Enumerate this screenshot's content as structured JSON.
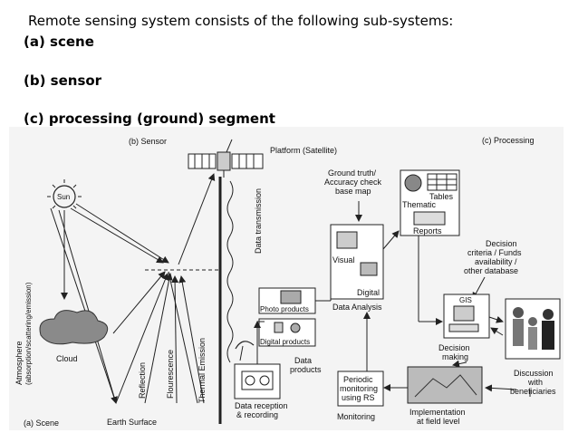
{
  "intro": "Remote sensing system consists of the following sub-systems:",
  "items": [
    "(a) scene",
    "(b) sensor",
    "(c) processing (ground) segment"
  ],
  "diagram": {
    "section_scene": "(a) Scene",
    "section_sensor": "(b) Sensor",
    "section_processing": "(c) Processing",
    "platform": "Platform (Satellite)",
    "sun": "Sun",
    "cloud": "Cloud",
    "earth_surface": "Earth Surface",
    "atmosphere_line1": "Atmosphere",
    "atmosphere_line2": "(absorption/scattering/emission)",
    "reflection": "Reflection",
    "fluorescence": "Flourescence",
    "thermal_emission": "Thermal Emission",
    "data_transmission": "Data transmission",
    "photo_products": "Photo products",
    "digital_products": "Digital products",
    "data_products_line1": "Data",
    "data_products_line2": "products",
    "data_reception_line1": "Data reception",
    "data_reception_line2": "& recording",
    "ground_truth_line1": "Ground truth/",
    "ground_truth_line2": "Accuracy check",
    "ground_truth_line3": "base map",
    "thematic": "Thematic",
    "tables": "Tables",
    "reports": "Reports",
    "visual": "Visual",
    "digital": "Digital",
    "data_analysis": "Data Analysis",
    "decision_criteria_line1": "Decision",
    "decision_criteria_line2": "criteria / Funds",
    "decision_criteria_line3": "availability /",
    "decision_criteria_line4": "other database",
    "gis": "GIS",
    "decision_making_line1": "Decision",
    "decision_making_line2": "making",
    "discussion_line1": "Discussion",
    "discussion_line2": "with",
    "discussion_line3": "beneficiaries",
    "periodic_line1": "Periodic",
    "periodic_line2": "monitoring",
    "periodic_line3": "using RS",
    "monitoring": "Monitoring",
    "implementation_line1": "Implementation",
    "implementation_line2": "at field level"
  }
}
